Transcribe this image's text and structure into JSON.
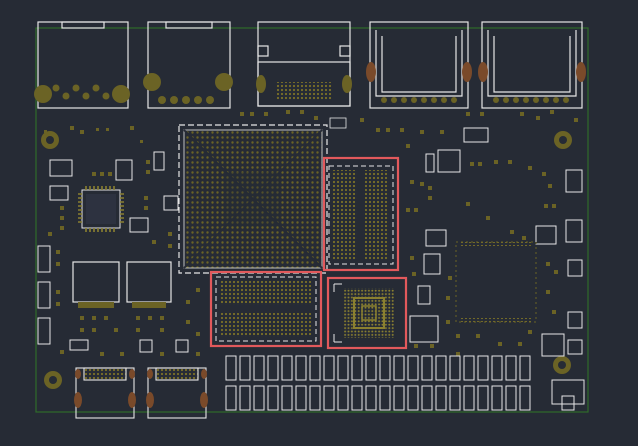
{
  "colors": {
    "background": "#262b35",
    "board_outline": "#2f6b2a",
    "silk": "#e6e6e6",
    "pad": "#6b6325",
    "pad_bright": "#8a8030",
    "highlight": "#e2595c"
  },
  "components": {
    "ethernet_jacks": 3,
    "usb_connectors": 2,
    "dram_chips_highlighted": 2,
    "flash_chip_highlighted": 1,
    "pin_header_rows": 2
  }
}
